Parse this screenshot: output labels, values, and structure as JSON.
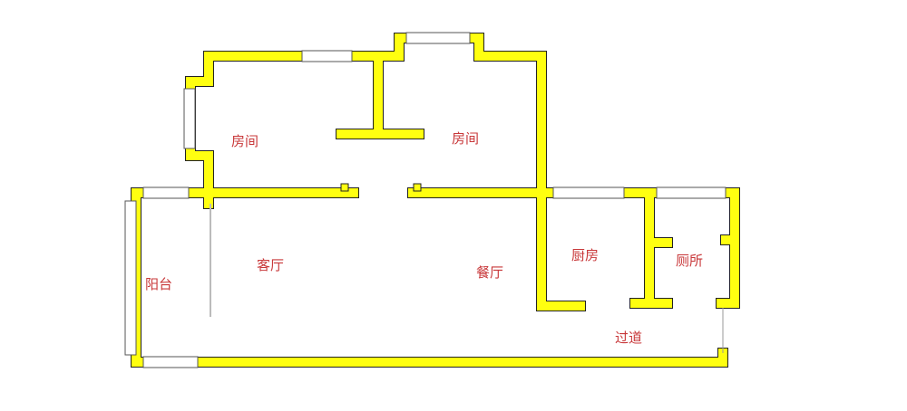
{
  "rooms": {
    "bedroom_left": "房间",
    "bedroom_right": "房间",
    "living_room": "客厅",
    "dining_room": "餐厅",
    "balcony": "阳台",
    "kitchen": "厨房",
    "toilet": "厕所",
    "corridor": "过道"
  },
  "colors": {
    "wall": "#ffff10",
    "outline": "#222222",
    "label": "#c8383a"
  }
}
